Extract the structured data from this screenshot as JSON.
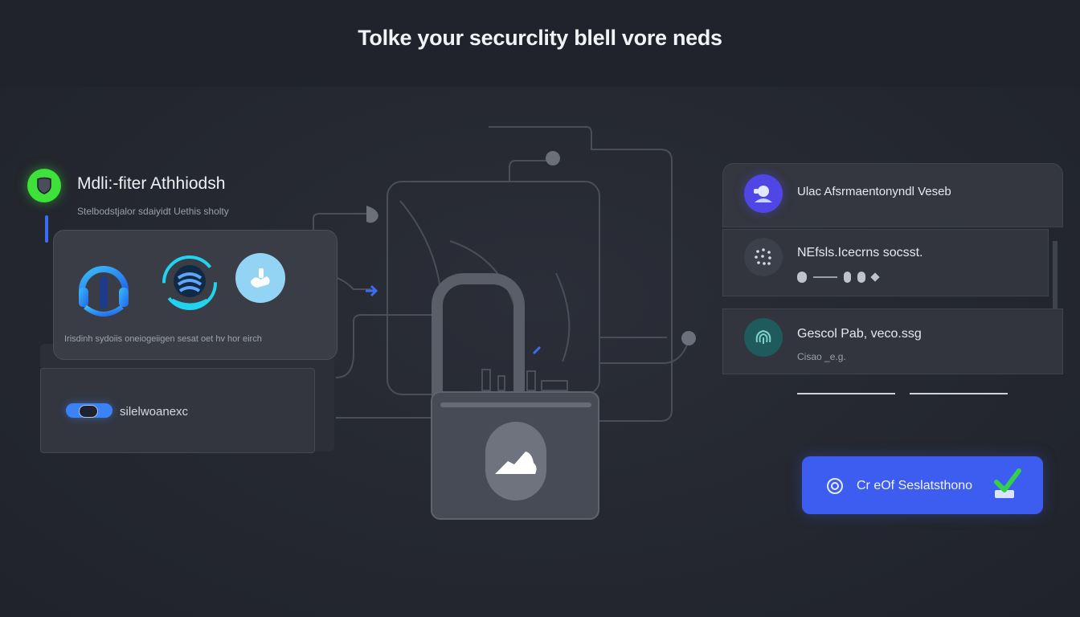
{
  "headline": "Tolke your securclity blell vore neds",
  "mfa": {
    "title": "Mdli:-fiter Athhiodsh",
    "subtitle": "Stelbodstjalor sdaiyidt Uethis sholty",
    "method_caption": "Irisdinh sydoiis oneiogeiigen sesat oet hv hor eirch",
    "toggle_label": "silelwoanexc"
  },
  "features": [
    {
      "label": "Ulac Afsrmaentonyndl Veseb",
      "icon": "face-scan-icon",
      "color": "#4f46e5"
    },
    {
      "label": "NEfsls.Icecrns socsst.",
      "icon": "dot-pattern-icon",
      "color": "#3c404a"
    },
    {
      "label": "Gescol Pab, veco.ssg",
      "sublabel": "Cisao _e.g.",
      "icon": "fingerprint-icon",
      "color": "#1f5a5c"
    }
  ],
  "confirm_button": {
    "label": "Cr eOf Seslatsthono"
  },
  "colors": {
    "background": "#23262f",
    "accent_blue": "#3d5cf0",
    "accent_green": "#3ee03a",
    "toggle_blue": "#3b82f6"
  }
}
